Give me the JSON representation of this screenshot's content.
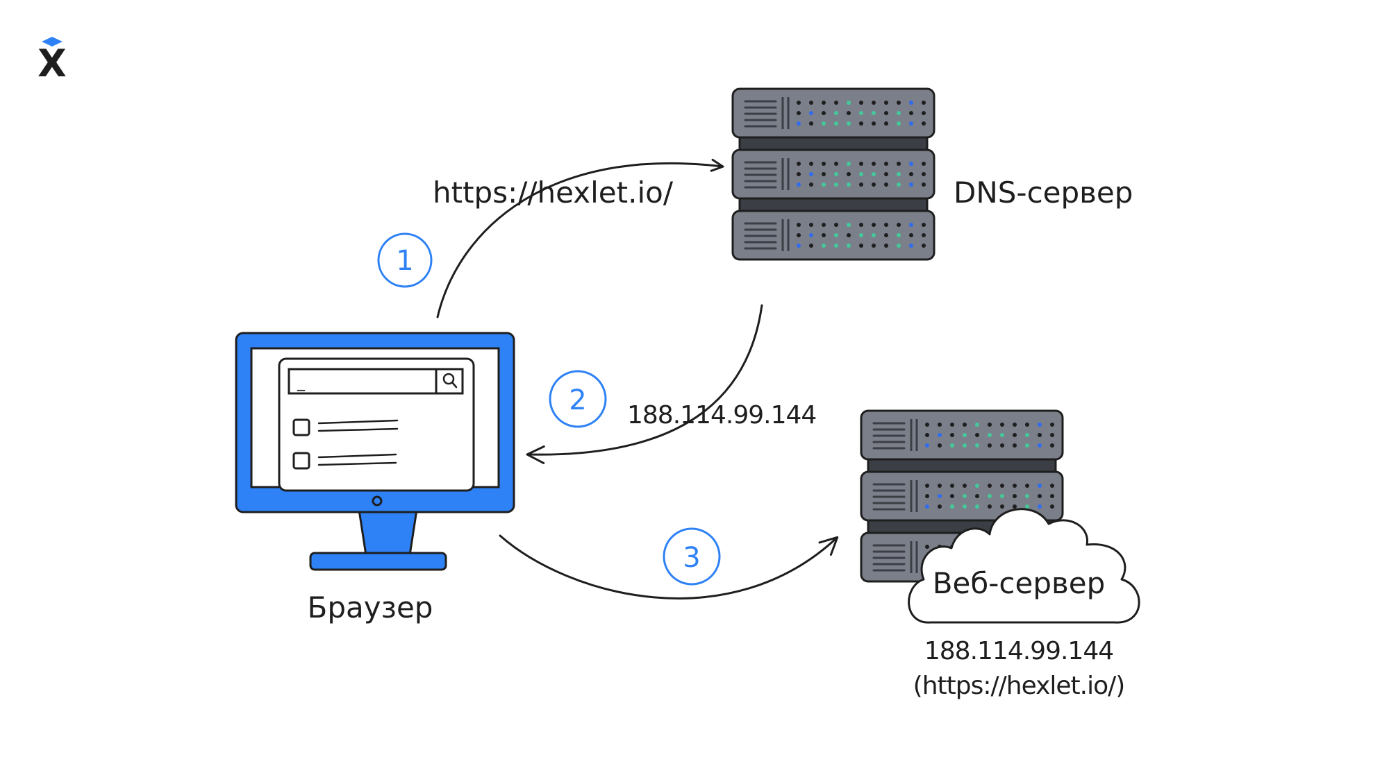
{
  "logo": {
    "letter": "X",
    "icon": "hexlet-logo-icon"
  },
  "browser": {
    "label": "Браузер",
    "search_cursor": "_",
    "icon": "monitor-icon",
    "accent_color": "#2f82f5"
  },
  "dns_server": {
    "label": "DNS-сервер",
    "icon": "server-rack-icon"
  },
  "web_server": {
    "label": "Веб-сервер",
    "ip": "188.114.99.144",
    "url": "(https://hexlet.io/)",
    "icon": "cloud-server-icon"
  },
  "steps": [
    {
      "number": "1",
      "text": "https://hexlet.io/"
    },
    {
      "number": "2",
      "text": "188.114.99.144"
    },
    {
      "number": "3",
      "text": ""
    }
  ],
  "colors": {
    "server_body": "#7b7f89",
    "server_dark": "#3b3e45",
    "led_blue": "#2f6cf0",
    "led_green": "#44c99a",
    "led_black": "#1e1e1e",
    "stroke": "#1e1e1e",
    "accent": "#2f82f5"
  }
}
